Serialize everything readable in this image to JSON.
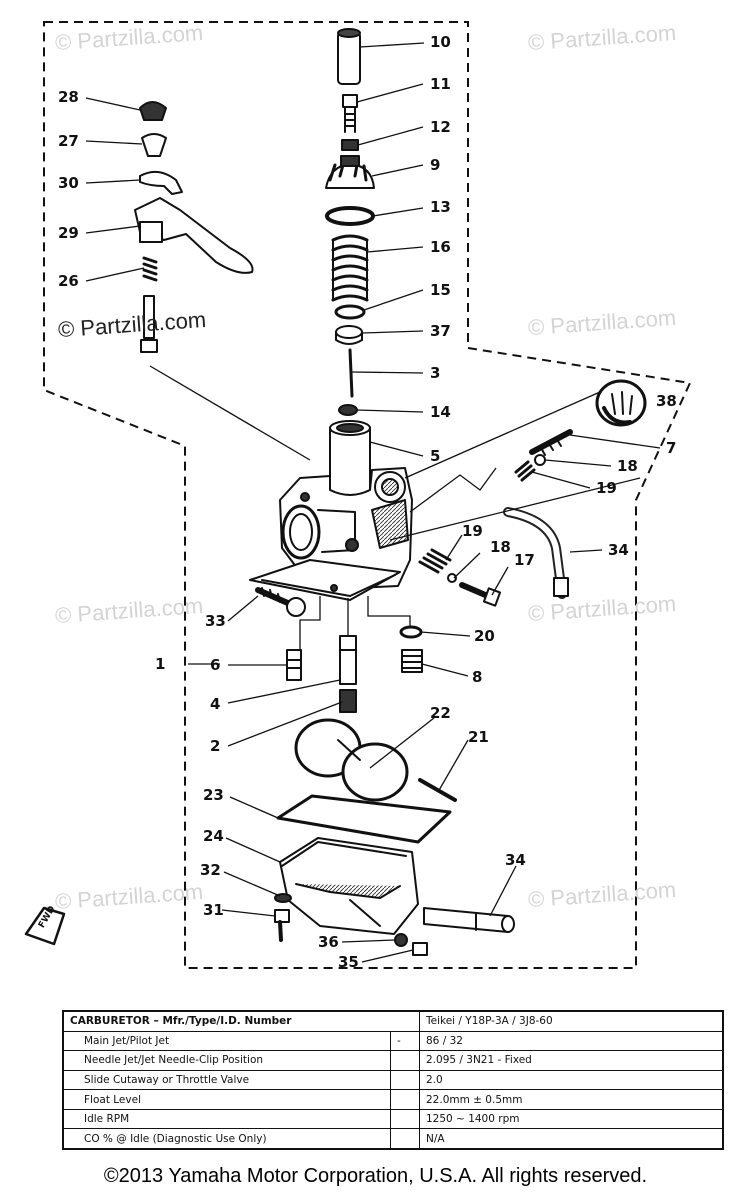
{
  "watermarks": [
    {
      "id": "wm-1",
      "text": "© Partzilla.com",
      "dark": false
    },
    {
      "id": "wm-2",
      "text": "© Partzilla.com",
      "dark": false
    },
    {
      "id": "wm-3",
      "text": "© Partzilla.com",
      "dark": true
    },
    {
      "id": "wm-4",
      "text": "© Partzilla.com",
      "dark": false
    },
    {
      "id": "wm-5",
      "text": "© Partzilla.com",
      "dark": false
    },
    {
      "id": "wm-6",
      "text": "© Partzilla.com",
      "dark": false
    },
    {
      "id": "wm-7",
      "text": "© Partzilla.com",
      "dark": false
    },
    {
      "id": "wm-8",
      "text": "© Partzilla.com",
      "dark": false
    }
  ],
  "callouts": [
    "10",
    "11",
    "12",
    "9",
    "13",
    "16",
    "15",
    "37",
    "3",
    "14",
    "5",
    "38",
    "7",
    "18",
    "19",
    "28",
    "27",
    "30",
    "29",
    "26",
    "34",
    "19",
    "18",
    "17",
    "33",
    "20",
    "1",
    "6",
    "8",
    "4",
    "22",
    "21",
    "2",
    "23",
    "24",
    "32",
    "34",
    "31",
    "36",
    "35"
  ],
  "fwd_label": "FWD",
  "spec_table": {
    "header": {
      "label": "CARBURETOR – Mfr./Type/I.D. Number",
      "value": "Teikei / Y18P-3A / 3J8-60"
    },
    "rows": [
      {
        "label": "Main Jet/Pilot Jet",
        "mid": "-",
        "value": "86 / 32"
      },
      {
        "label": "Needle Jet/Jet Needle-Clip Position",
        "mid": "",
        "value": "2.095 / 3N21 - Fixed"
      },
      {
        "label": "Slide Cutaway or Throttle Valve",
        "mid": "",
        "value": "2.0"
      },
      {
        "label": "Float Level",
        "mid": "",
        "value": "22.0mm ± 0.5mm"
      },
      {
        "label": "Idle RPM",
        "mid": "",
        "value": "1250 ~ 1400 rpm"
      },
      {
        "label": "CO % @ Idle (Diagnostic Use Only)",
        "mid": "",
        "value": "N/A"
      }
    ]
  },
  "footer": "©2013 Yamaha Motor Corporation, U.S.A. All rights reserved."
}
